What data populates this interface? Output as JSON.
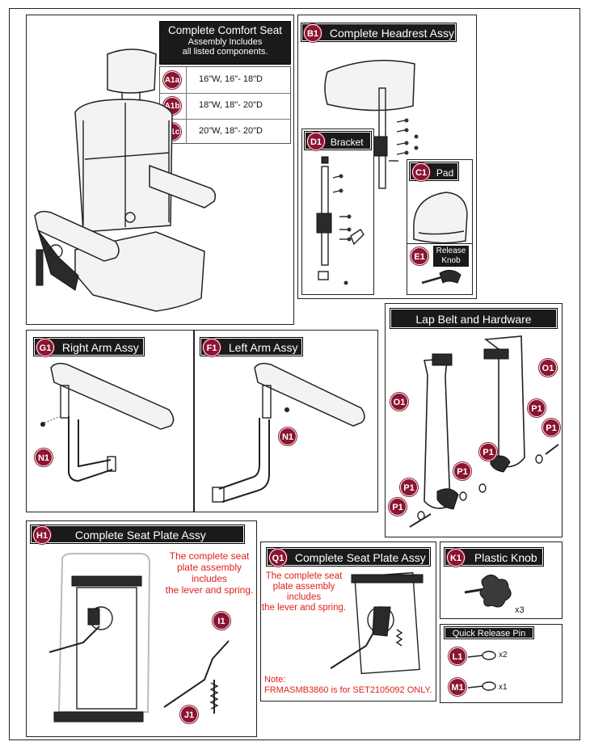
{
  "seat": {
    "title": "Complete Comfort Seat",
    "subtitle_line1": "Assembly Includes",
    "subtitle_line2": "all listed components.",
    "rows": [
      {
        "code": "A1a",
        "size": "16\"W, 16\"- 18\"D"
      },
      {
        "code": "A1b",
        "size": "18\"W, 18\"- 20\"D"
      },
      {
        "code": "A1c",
        "size": "20\"W, 18\"- 20\"D"
      }
    ]
  },
  "headrest": {
    "code": "B1",
    "title": "Complete Headrest Assy"
  },
  "bracket": {
    "code": "D1",
    "title": "Bracket"
  },
  "pad": {
    "code": "C1",
    "title": "Pad"
  },
  "release_knob": {
    "code": "E1",
    "title_line1": "Release",
    "title_line2": "Knob"
  },
  "lap_belt": {
    "title": "Lap Belt and Hardware",
    "labels": [
      "O1",
      "O1",
      "P1",
      "P1",
      "P1",
      "P1",
      "P1",
      "P1"
    ]
  },
  "right_arm": {
    "code": "G1",
    "title": "Right Arm Assy",
    "part": "N1"
  },
  "left_arm": {
    "code": "F1",
    "title": "Left Arm Assy",
    "part": "N1"
  },
  "seat_plate_h": {
    "code": "H1",
    "title": "Complete Seat Plate Assy",
    "note_line1": "The complete seat",
    "note_line2": "plate assembly",
    "note_line3": "includes",
    "note_line4": "the lever and spring.",
    "lever": "I1",
    "spring": "J1"
  },
  "seat_plate_q": {
    "code": "Q1",
    "title": "Complete Seat Plate Assy",
    "note_line1": "The complete seat",
    "note_line2": "plate assembly",
    "note_line3": "includes",
    "note_line4": "the lever and spring.",
    "foot_line1": "Note:",
    "foot_line2": "FRMASMB3860 is for SET2105092 ONLY."
  },
  "plastic_knob": {
    "code": "K1",
    "title": "Plastic Knob",
    "qty": "x3"
  },
  "quick_release": {
    "title": "Quick Release Pin",
    "items": [
      {
        "code": "L1",
        "qty": "x2"
      },
      {
        "code": "M1",
        "qty": "x1"
      }
    ]
  },
  "colors": {
    "badge": "#8a1531",
    "header": "#1a1a1a",
    "note": "#e0201b"
  }
}
